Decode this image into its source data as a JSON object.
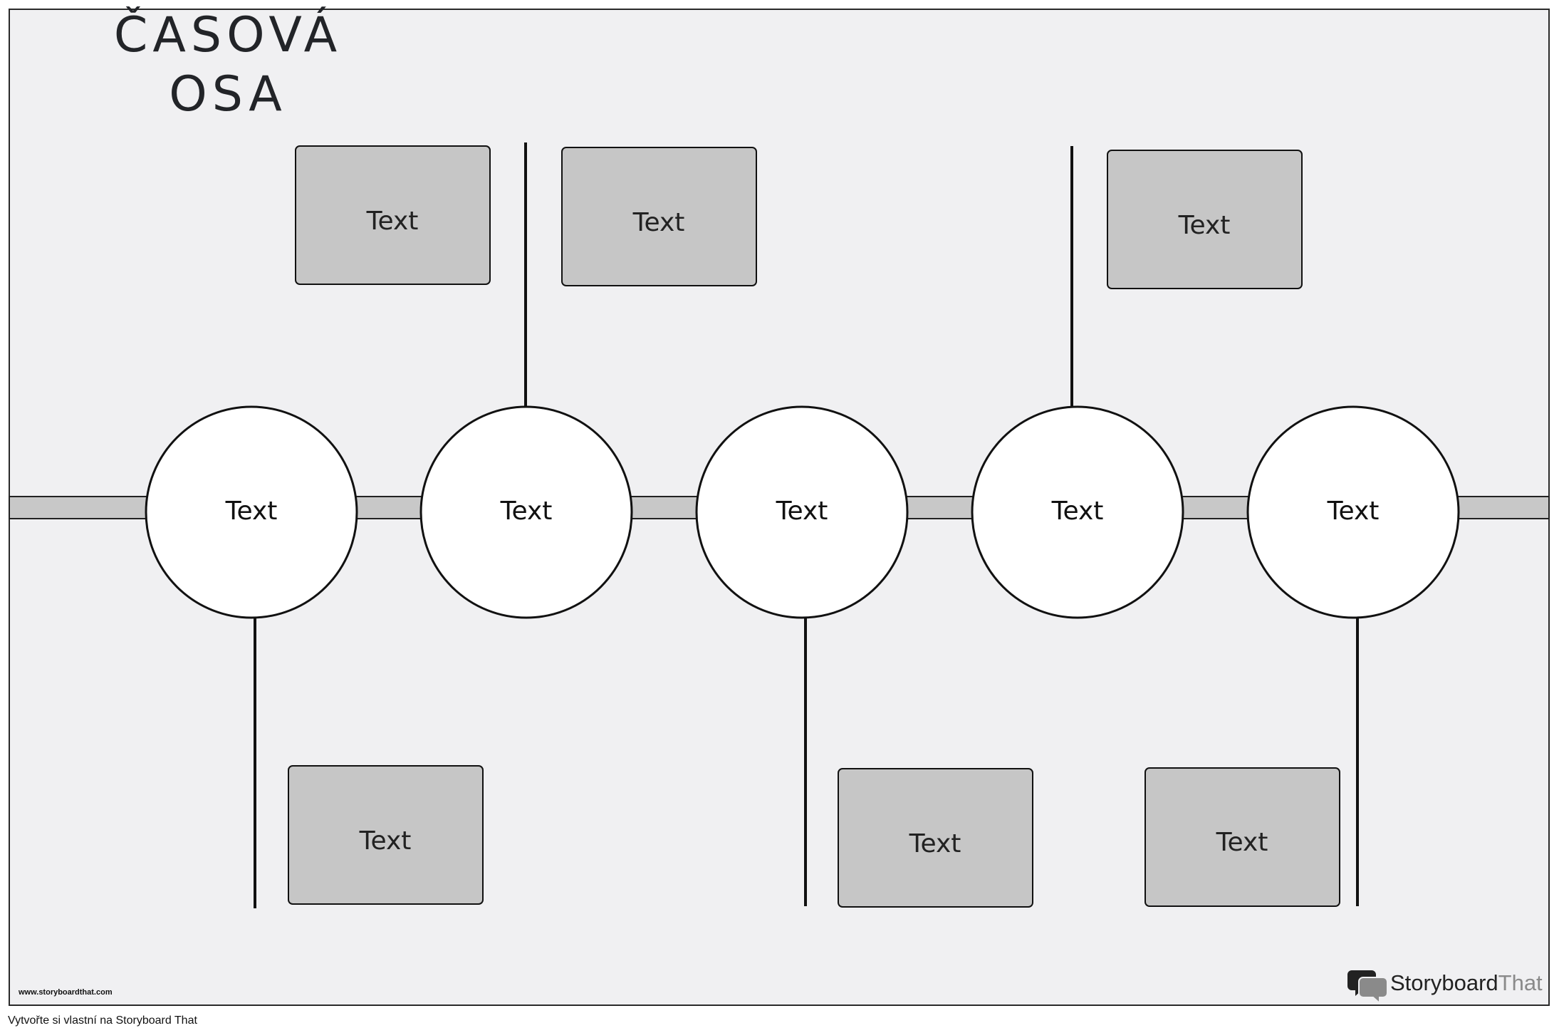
{
  "title": {
    "line1": "ČASOVÁ",
    "line2": "OSA"
  },
  "timeline": {
    "nodes": [
      {
        "label": "Text"
      },
      {
        "label": "Text"
      },
      {
        "label": "Text"
      },
      {
        "label": "Text"
      },
      {
        "label": "Text"
      }
    ],
    "boxes_top": [
      {
        "label": "Text"
      },
      {
        "label": "Text"
      },
      {
        "label": "Text"
      }
    ],
    "boxes_bottom": [
      {
        "label": "Text"
      },
      {
        "label": "Text"
      },
      {
        "label": "Text"
      }
    ]
  },
  "watermark": {
    "url": "www.storyboardthat.com",
    "brand_part1": "Storyboard",
    "brand_part2": "That"
  },
  "footer": {
    "text": "Vytvořte si vlastní na Storyboard That"
  },
  "colors": {
    "page_bg": "#f0f0f2",
    "box_fill": "#c6c6c6",
    "bar_fill": "#c8c8c8",
    "node_fill": "#ffffff",
    "stroke": "#111111"
  }
}
